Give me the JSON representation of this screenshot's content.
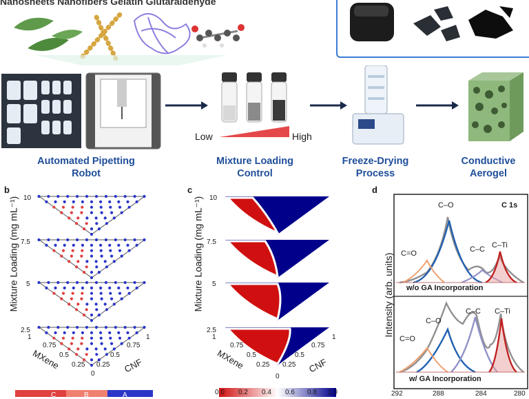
{
  "header": {
    "materials": "Nanosheets   Nanofibers   Gelatin   Glutaraldehyde"
  },
  "pipeline": {
    "stages": [
      {
        "line1": "Automated Pipetting",
        "line2": "Robot"
      },
      {
        "line1": "Mixture Loading",
        "line2": "Control"
      },
      {
        "line1": "Freeze-Drying",
        "line2": "Process"
      },
      {
        "line1": "Conductive",
        "line2": "Aerogel"
      }
    ],
    "gradient_low": "Low",
    "gradient_high": "High"
  },
  "panel_b": {
    "letter": "b",
    "ylabel": "Mixture Loading (mg mL⁻¹)",
    "loading_ticks": [
      "10",
      "7.5",
      "5",
      "2.5"
    ],
    "axis_left_ticks": [
      "1",
      "0.75",
      "0.5",
      "0.25",
      "0"
    ],
    "axis_right_ticks": [
      "0.25",
      "0.5",
      "0.75",
      "1"
    ],
    "axis_left_label": "MXene",
    "axis_right_label": "CNF",
    "legend": [
      "C",
      "B",
      "A"
    ],
    "colors": {
      "red": "#e04040",
      "blue": "#2a35c8",
      "line": "#555555"
    }
  },
  "panel_c": {
    "letter": "c",
    "ylabel": "Mixture Loading (mg mL⁻¹)",
    "loading_ticks": [
      "10",
      "7.5",
      "5",
      "2.5"
    ],
    "axis_left_ticks": [
      "1",
      "0.75",
      "0.5",
      "0.25",
      "0"
    ],
    "axis_right_ticks": [
      "0.25",
      "0.5",
      "0.75",
      "1"
    ],
    "axis_left_label": "MXene",
    "axis_right_label": "CNF",
    "colorbar_ticks": [
      "0.0",
      "0.2",
      "0.4",
      "0.6",
      "0.8",
      "1.0"
    ],
    "colors": {
      "low": "#d01010",
      "mid": "#ffffff",
      "high": "#00008b"
    }
  },
  "panel_d": {
    "letter": "d",
    "title": "C 1s",
    "ylabel": "Intensity (arb. units)",
    "xticks": [
      "292",
      "288",
      "284",
      "280"
    ],
    "top_caption": "w/o GA Incorporation",
    "bottom_caption": "w/ GA Incorporation",
    "peak_labels_top": [
      "C–O",
      "C=O",
      "C–C",
      "C–Ti"
    ],
    "peak_labels_bottom": [
      "C=O",
      "C–O",
      "C–C",
      "C–Ti"
    ],
    "colors": {
      "co": "#1f5fb0",
      "cdo": "#f0a070",
      "cc": "#9090c8",
      "cti": "#c02020",
      "env": "#909090"
    }
  }
}
